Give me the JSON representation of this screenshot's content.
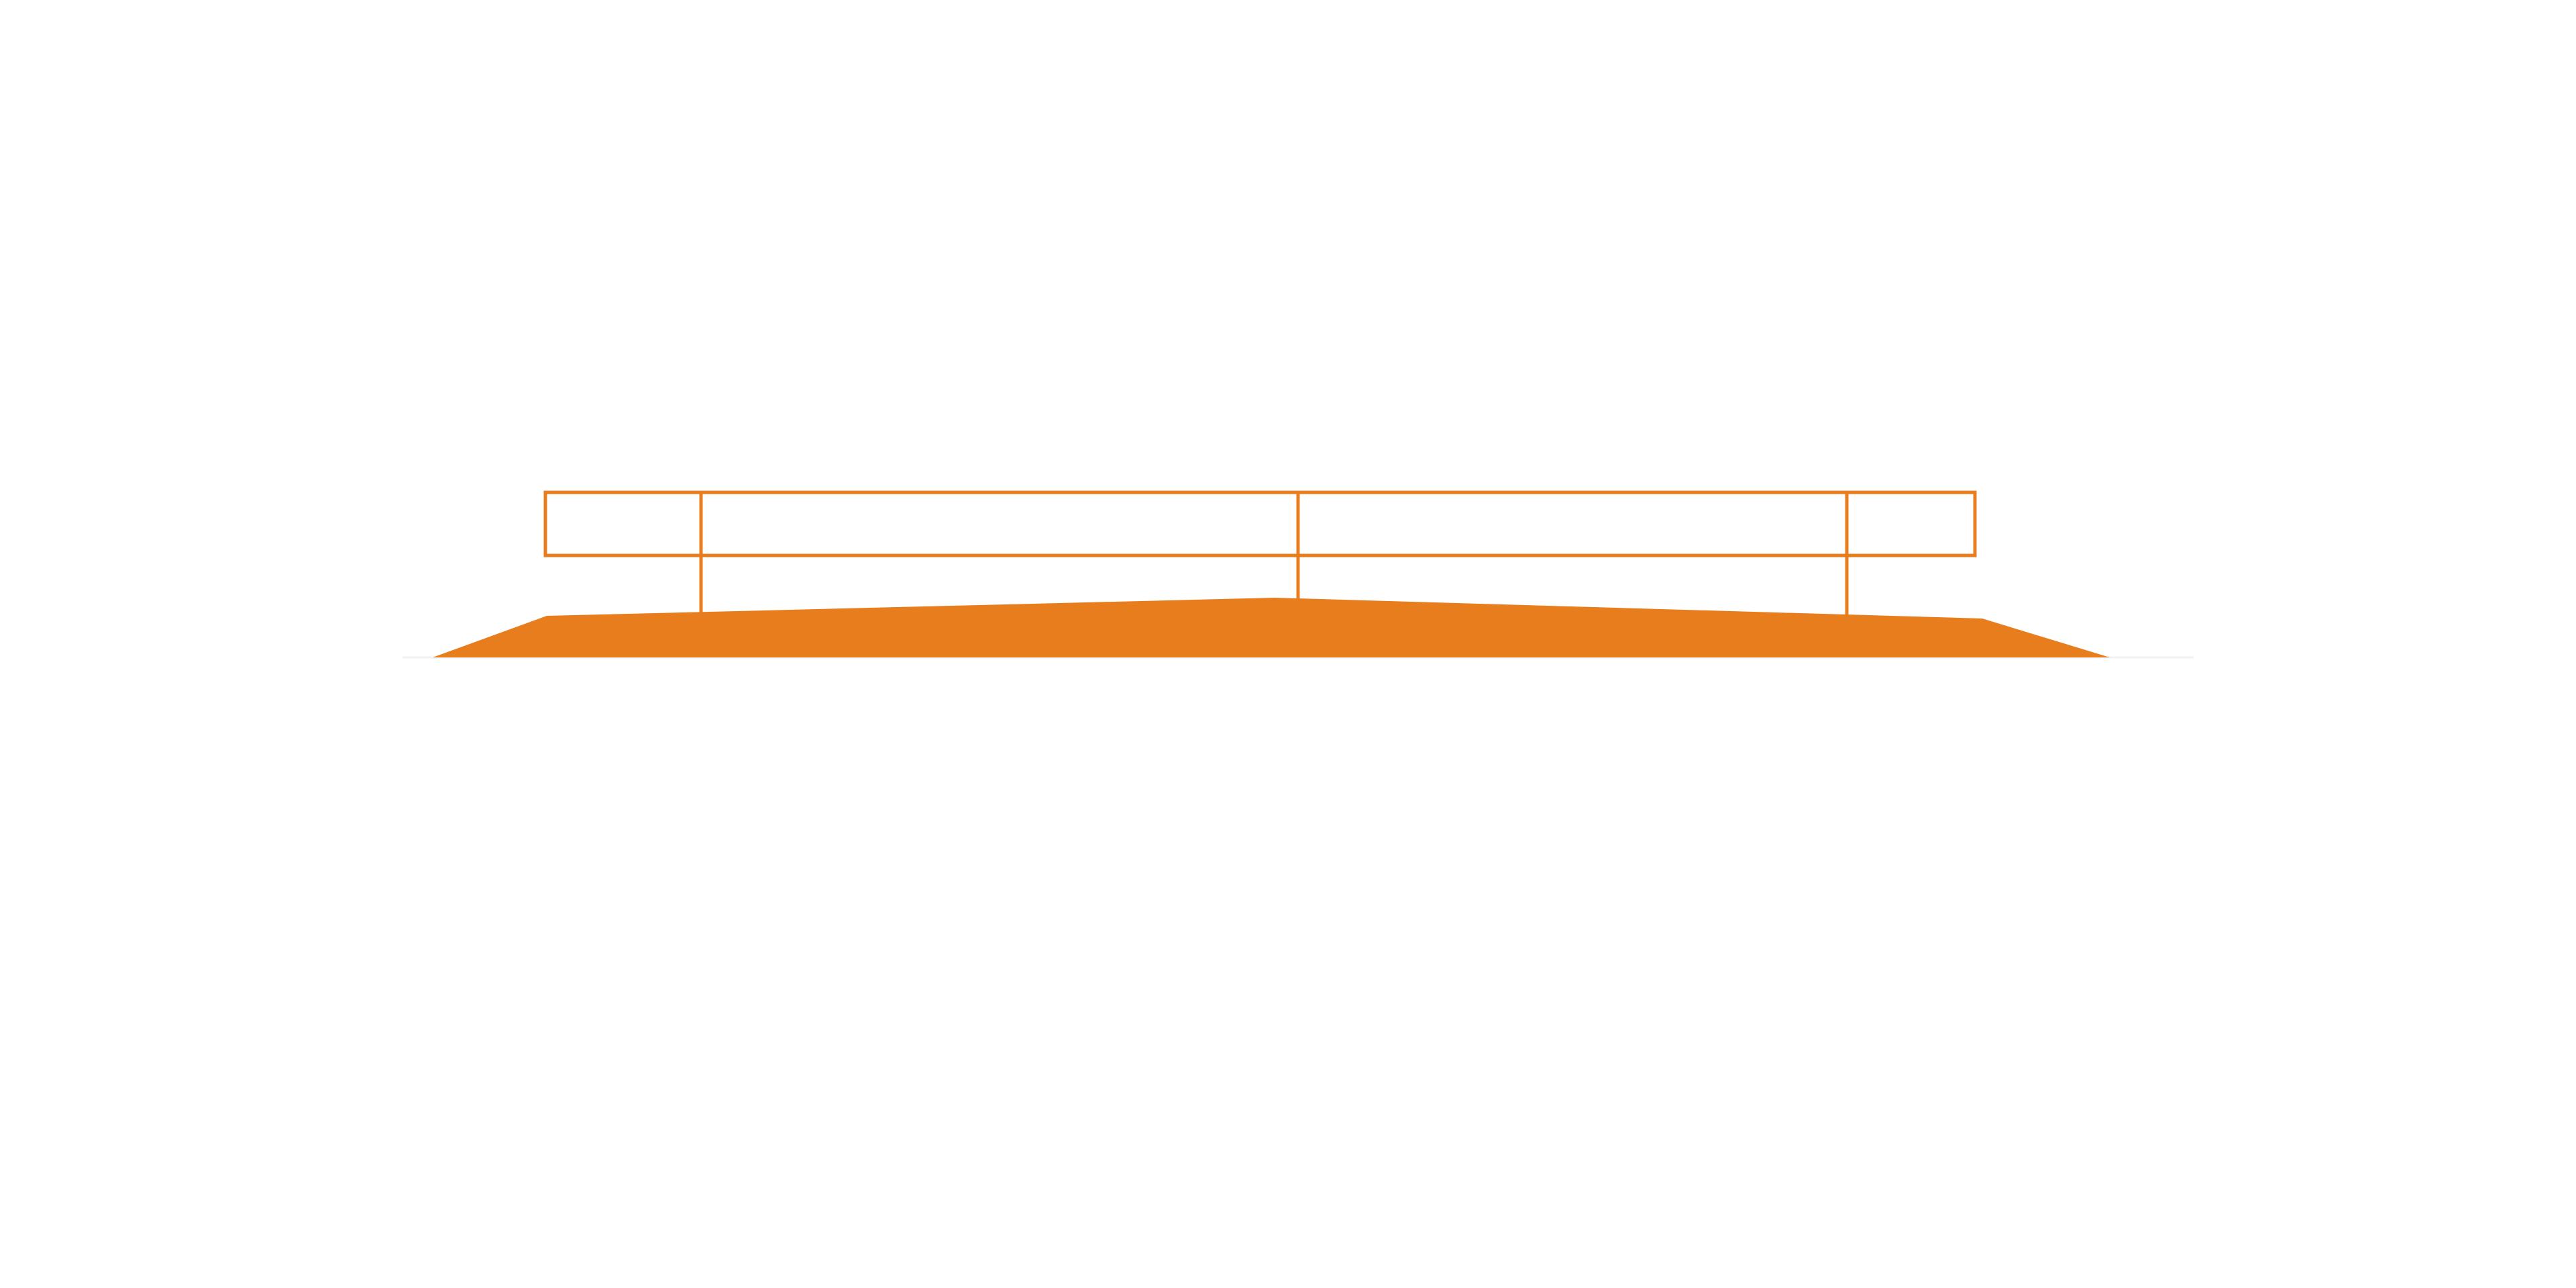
{
  "colors": {
    "background": "#ffffff",
    "accent": "#e87d1e",
    "ground_line": "#f2f2f2"
  },
  "diagram": {
    "elements": [
      "frame-outline",
      "frame-crossbar",
      "frame-post-1",
      "frame-post-2",
      "frame-post-3",
      "embankment",
      "ground-line"
    ]
  }
}
